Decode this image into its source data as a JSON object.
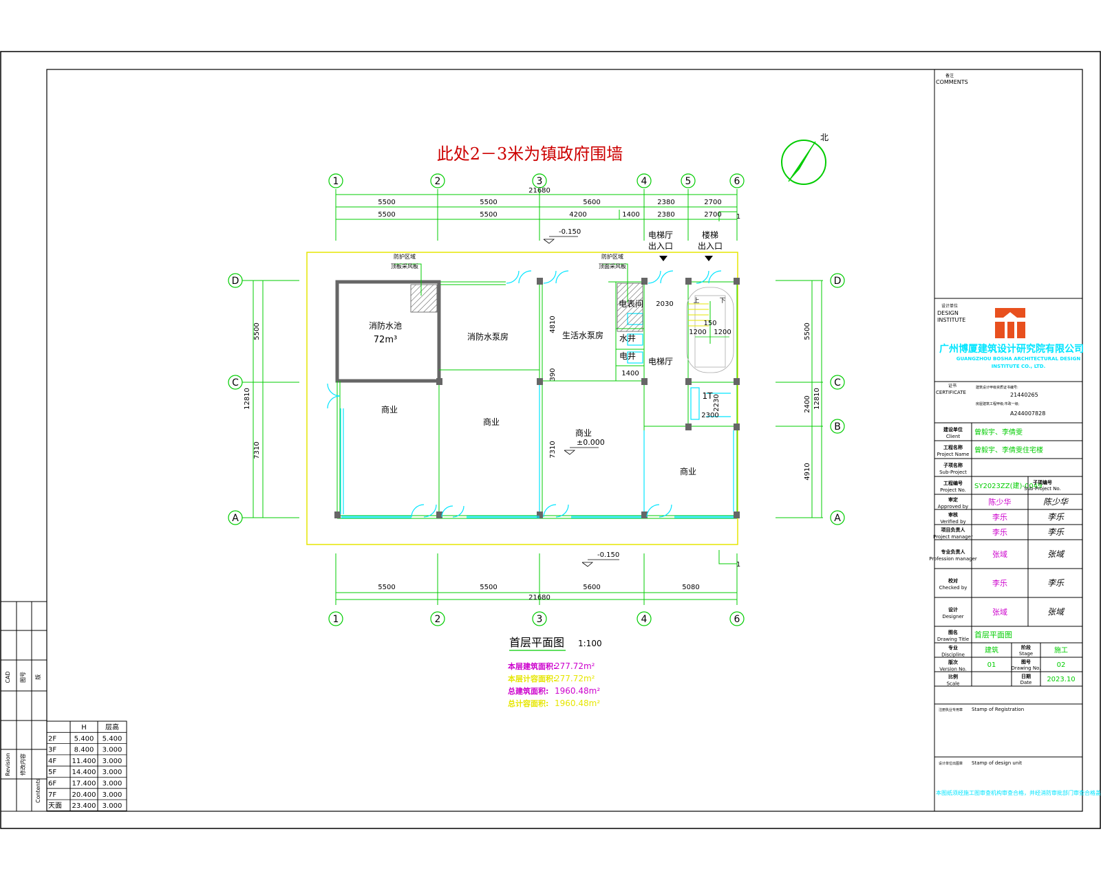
{
  "drawing": {
    "wall_note": "此处2－3米为镇政府围墙",
    "north_label": "北",
    "title": "首层平面图",
    "scale": "1:100",
    "areas": [
      {
        "label": "本层建筑面积:",
        "value": "277.72m²",
        "color": "#cc00cc"
      },
      {
        "label": "本层计容面积:",
        "value": "277.72m²",
        "color": "#e6e600"
      },
      {
        "label": "总建筑面积:",
        "value": "1960.48m²",
        "color": "#cc00cc"
      },
      {
        "label": "总计容面积:",
        "value": "1960.48m²",
        "color": "#e6e600"
      }
    ]
  },
  "axes": {
    "top": [
      "1",
      "2",
      "3",
      "4",
      "5",
      "6"
    ],
    "bottom": [
      "1",
      "2",
      "3",
      "4",
      "6"
    ],
    "left": [
      "D",
      "C",
      "A"
    ],
    "right": [
      "D",
      "C",
      "B",
      "A"
    ]
  },
  "dims": {
    "top_total": "21680",
    "top_row1": [
      "5500",
      "5500",
      "5600",
      "2380",
      "2700"
    ],
    "top_row2": [
      "5500",
      "5500",
      "4200",
      "1400",
      "2380",
      "2700"
    ],
    "bottom_row": [
      "5500",
      "5500",
      "5600",
      "5080"
    ],
    "bottom_total": "21680",
    "left_total": "12810",
    "left_parts": [
      "5500",
      "7310"
    ],
    "right_total": "12810",
    "right_parts": [
      "5500",
      "2400",
      "4910"
    ],
    "inner": [
      "4810",
      "390",
      "7310",
      "2030",
      "1200",
      "150",
      "1200",
      "1400",
      "2230",
      "2300"
    ],
    "level_top": "-0.150",
    "level_bottom": "-0.150",
    "level_main": "±0.000",
    "one": "1"
  },
  "rooms": {
    "fire_pool": "消防水池",
    "fire_pool_area": "72m³",
    "fire_pump": "消防水泵房",
    "life_pump": "生活水泵房",
    "meter": "电表间",
    "water_well": "水井",
    "elec_well": "电井",
    "elevator_hall": "电梯厅",
    "shop": "商业",
    "elevator": "1T",
    "stair_up": "上",
    "stair_down": "下",
    "elev_exit_1": "电梯厅",
    "elev_exit_2": "出入口",
    "stair_exit_1": "楼梯",
    "stair_exit_2": "出入口",
    "fire_zone_1a": "防护区域",
    "fire_zone_1b": "顶板采风板",
    "fire_zone_2a": "防护区域",
    "fire_zone_2b": "顶面采风板"
  },
  "titleblock": {
    "comments_cn": "备注",
    "comments_en": "COMMENTS",
    "design_cn": "设计单位",
    "design_en1": "DESIGN",
    "design_en2": "INSTITUTE",
    "institute_cn": "广州博厦建筑设计研究院有限公司",
    "institute_en1": "GUANGZHOU BOSHA ARCHITECTURAL DESIGN",
    "institute_en2": "INSTITUTE CO., LTD.",
    "cert_cn": "证书",
    "cert_en": "CERTIFICATE",
    "cert_lines": [
      "建筑设计甲级资质证书编号:",
      "21440265",
      "房屋建筑工程甲级;市政一级;",
      "A244007828"
    ],
    "rows": [
      {
        "cn": "建设单位",
        "en": "Client",
        "value": "曾毅宇、李倩雯"
      },
      {
        "cn": "工程名称",
        "en": "Project Name",
        "value": "曾毅宇、李倩雯住宅楼"
      },
      {
        "cn": "子项名称",
        "en": "Sub-Project",
        "value": ""
      },
      {
        "cn": "工程编号",
        "en": "Project No.",
        "value": "SY2023ZZ(建)-0049",
        "extra_cn": "子项编号",
        "extra_en": "Sub-Project No."
      }
    ],
    "sign_rows": [
      {
        "cn": "审定",
        "en": "Approved by",
        "name": "陈少华",
        "sig": "陈少华"
      },
      {
        "cn": "审核",
        "en": "Verified by",
        "name": "李乐",
        "sig": "李乐"
      },
      {
        "cn": "项目负责人",
        "en": "Project manager",
        "name": "李乐",
        "sig": "李乐"
      },
      {
        "cn": "专业负责人",
        "en": "Profession manager",
        "name": "张域",
        "sig": "张域"
      },
      {
        "cn": "校对",
        "en": "Checked by",
        "name": "李乐",
        "sig": "李乐"
      },
      {
        "cn": "设计",
        "en": "Designer",
        "name": "张域",
        "sig": "张域"
      }
    ],
    "drawing_title": {
      "cn": "图名",
      "en": "Drawing Title",
      "value": "首层平面图"
    },
    "discipline": {
      "cn": "专业",
      "en": "Discipline",
      "value": "建筑"
    },
    "stage": {
      "cn": "阶段",
      "en": "Stage",
      "value": "施工"
    },
    "version": {
      "cn": "版次",
      "en": "Version No.",
      "value": "01"
    },
    "drawing_no": {
      "cn": "图号",
      "en": "Drawing No.",
      "value": "02"
    },
    "scale_cell": {
      "cn": "比例",
      "en": "Scale",
      "value": ""
    },
    "date": {
      "cn": "日期",
      "en": "Date",
      "value": "2023.10"
    },
    "stamp_reg_cn": "注册执业专用章",
    "stamp_reg_en": "Stamp of Registration",
    "stamp_unit_cn": "设计单位出图章",
    "stamp_unit_en": "Stamp of design unit",
    "note": "本图纸须经施工图审查机构审查合格，并经消防审批部门审查合格盖章后方可施工。"
  },
  "height_table": {
    "headers": [
      "",
      "H",
      "层高"
    ],
    "rows": [
      [
        "2F",
        "5.400",
        "5.400"
      ],
      [
        "3F",
        "8.400",
        "3.000"
      ],
      [
        "4F",
        "11.400",
        "3.000"
      ],
      [
        "5F",
        "14.400",
        "3.000"
      ],
      [
        "6F",
        "17.400",
        "3.000"
      ],
      [
        "7F",
        "20.400",
        "3.000"
      ],
      [
        "天面",
        "23.400",
        "3.000"
      ]
    ]
  },
  "left_strip": {
    "top_labels": [
      "CAD",
      "图号",
      "版"
    ],
    "bottom_labels": [
      "Revision",
      "修改内容",
      "Contents"
    ]
  },
  "colors": {
    "green": "#00cc00",
    "cyan": "#00e5ff",
    "yellow": "#e6e600",
    "red": "#cc0000",
    "magenta": "#cc00cc",
    "brand_red": "#e8501e"
  }
}
